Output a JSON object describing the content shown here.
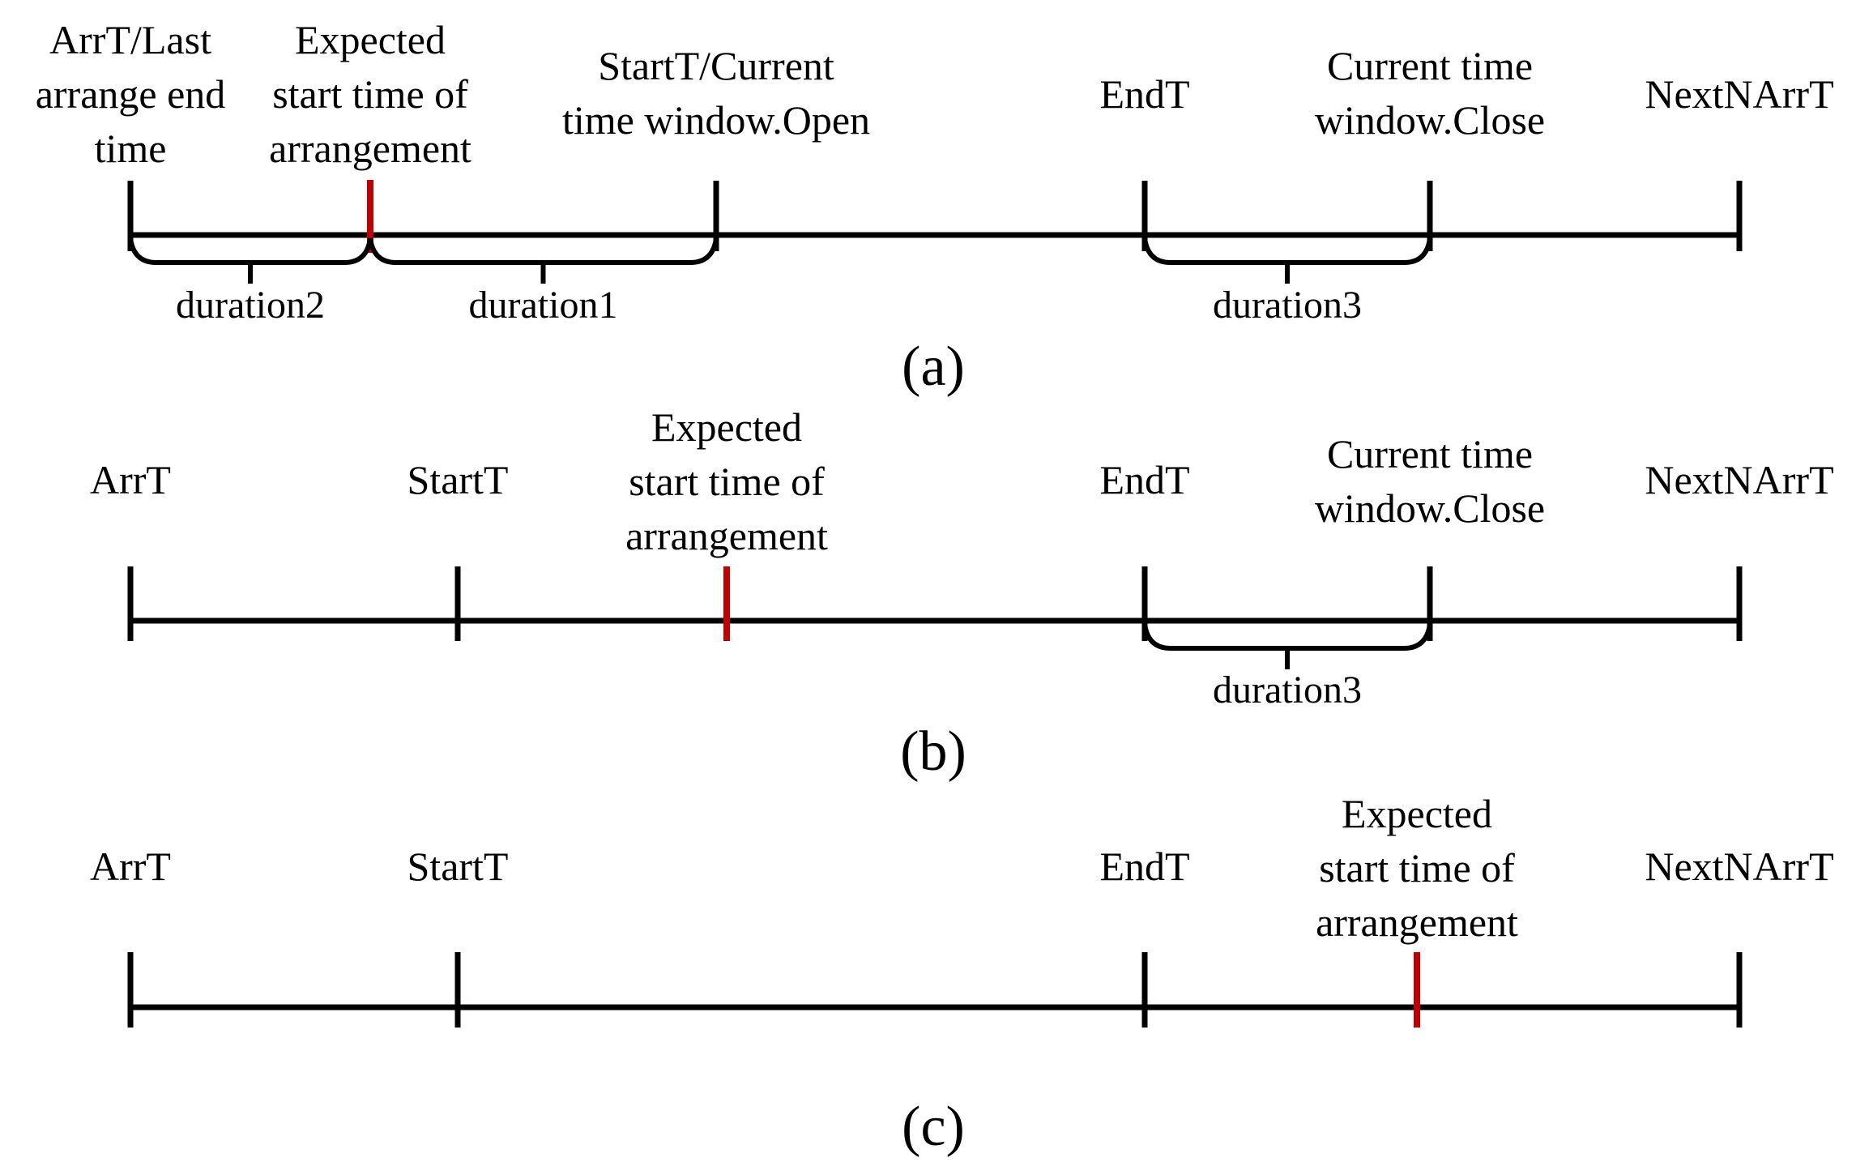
{
  "colors": {
    "axis": "#000000",
    "marker": "#c00000",
    "text": "#000000",
    "background": "#ffffff"
  },
  "panels": [
    {
      "id": "a",
      "caption": "(a)",
      "ticks": [
        {
          "id": "arrt",
          "lines": [
            "ArrT/Last",
            "arrange end",
            "time"
          ],
          "color": "axis"
        },
        {
          "id": "expected",
          "lines": [
            "Expected",
            "start time of",
            "arrangement"
          ],
          "color": "marker"
        },
        {
          "id": "startt",
          "lines": [
            "StartT/Current",
            "time window.Open"
          ],
          "color": "axis"
        },
        {
          "id": "endt",
          "lines": [
            "EndT"
          ],
          "color": "axis"
        },
        {
          "id": "close",
          "lines": [
            "Current time",
            "window.Close"
          ],
          "color": "axis"
        },
        {
          "id": "nextnarrt",
          "lines": [
            "NextNArrT"
          ],
          "color": "axis"
        }
      ],
      "braces": [
        {
          "id": "duration2",
          "from": "arrt",
          "to": "expected",
          "label": "duration2"
        },
        {
          "id": "duration1",
          "from": "expected",
          "to": "startt",
          "label": "duration1"
        },
        {
          "id": "duration3",
          "from": "endt",
          "to": "close",
          "label": "duration3"
        }
      ]
    },
    {
      "id": "b",
      "caption": "(b)",
      "ticks": [
        {
          "id": "arrt",
          "lines": [
            "ArrT"
          ],
          "color": "axis"
        },
        {
          "id": "startt",
          "lines": [
            "StartT"
          ],
          "color": "axis"
        },
        {
          "id": "expected",
          "lines": [
            "Expected",
            "start time of",
            "arrangement"
          ],
          "color": "marker"
        },
        {
          "id": "endt",
          "lines": [
            "EndT"
          ],
          "color": "axis"
        },
        {
          "id": "close",
          "lines": [
            "Current time",
            "window.Close"
          ],
          "color": "axis"
        },
        {
          "id": "nextnarrt",
          "lines": [
            "NextNArrT"
          ],
          "color": "axis"
        }
      ],
      "braces": [
        {
          "id": "duration3",
          "from": "endt",
          "to": "close",
          "label": "duration3"
        }
      ]
    },
    {
      "id": "c",
      "caption": "(c)",
      "ticks": [
        {
          "id": "arrt",
          "lines": [
            "ArrT"
          ],
          "color": "axis"
        },
        {
          "id": "startt",
          "lines": [
            "StartT"
          ],
          "color": "axis"
        },
        {
          "id": "endt",
          "lines": [
            "EndT"
          ],
          "color": "axis"
        },
        {
          "id": "expected",
          "lines": [
            "Expected",
            "start time of",
            "arrangement"
          ],
          "color": "marker"
        },
        {
          "id": "nextnarrt",
          "lines": [
            "NextNArrT"
          ],
          "color": "axis"
        }
      ],
      "braces": []
    }
  ]
}
